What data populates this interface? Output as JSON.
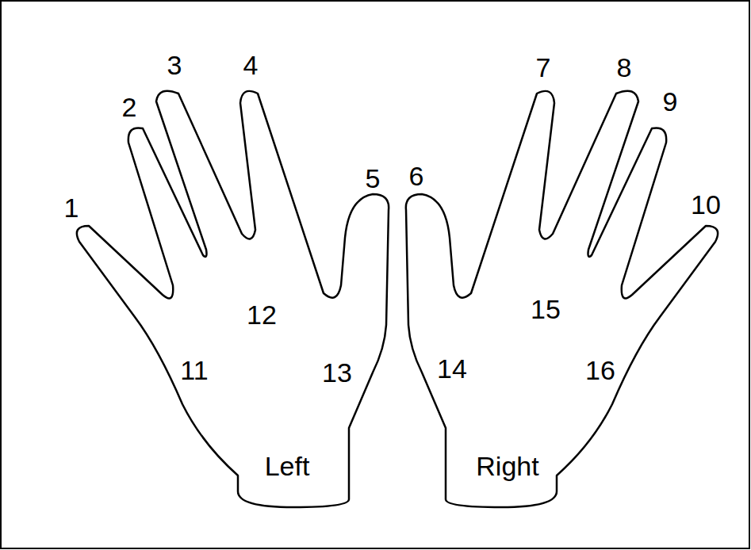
{
  "diagram": {
    "labels": [
      "1",
      "2",
      "3",
      "4",
      "5",
      "6",
      "7",
      "8",
      "9",
      "10",
      "11",
      "12",
      "13",
      "14",
      "15",
      "16",
      "Left",
      "Right"
    ]
  }
}
